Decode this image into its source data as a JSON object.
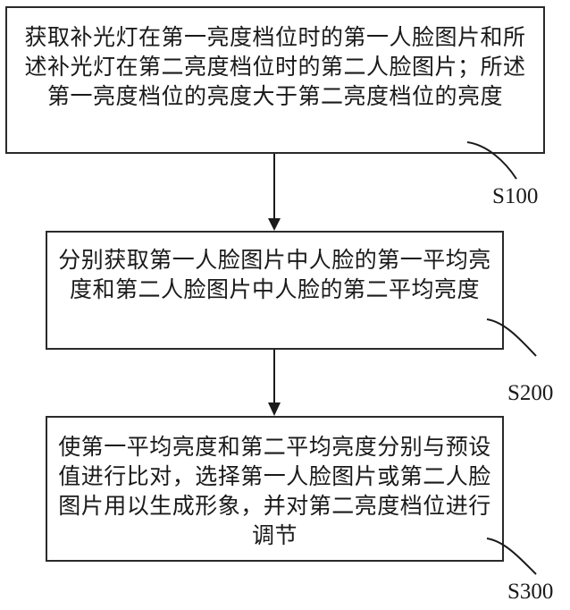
{
  "diagram": {
    "type": "flowchart",
    "steps": [
      {
        "id": "S100",
        "label": "S100",
        "text": "获取补光灯在第一亮度档位时的第一人脸图片和所述补光灯在第二亮度档位时的第二人脸图片；所述第一亮度档位的亮度大于第二亮度档位的亮度"
      },
      {
        "id": "S200",
        "label": "S200",
        "text": "分别获取第一人脸图片中人脸的第一平均亮度和第二人脸图片中人脸的第二平均亮度"
      },
      {
        "id": "S300",
        "label": "S300",
        "text": "使第一平均亮度和第二平均亮度分别与预设值进行比对，选择第一人脸图片或第二人脸图片用以生成形象，并对第二亮度档位进行调节"
      }
    ],
    "edges": [
      {
        "from": "S100",
        "to": "S200"
      },
      {
        "from": "S200",
        "to": "S300"
      }
    ]
  }
}
